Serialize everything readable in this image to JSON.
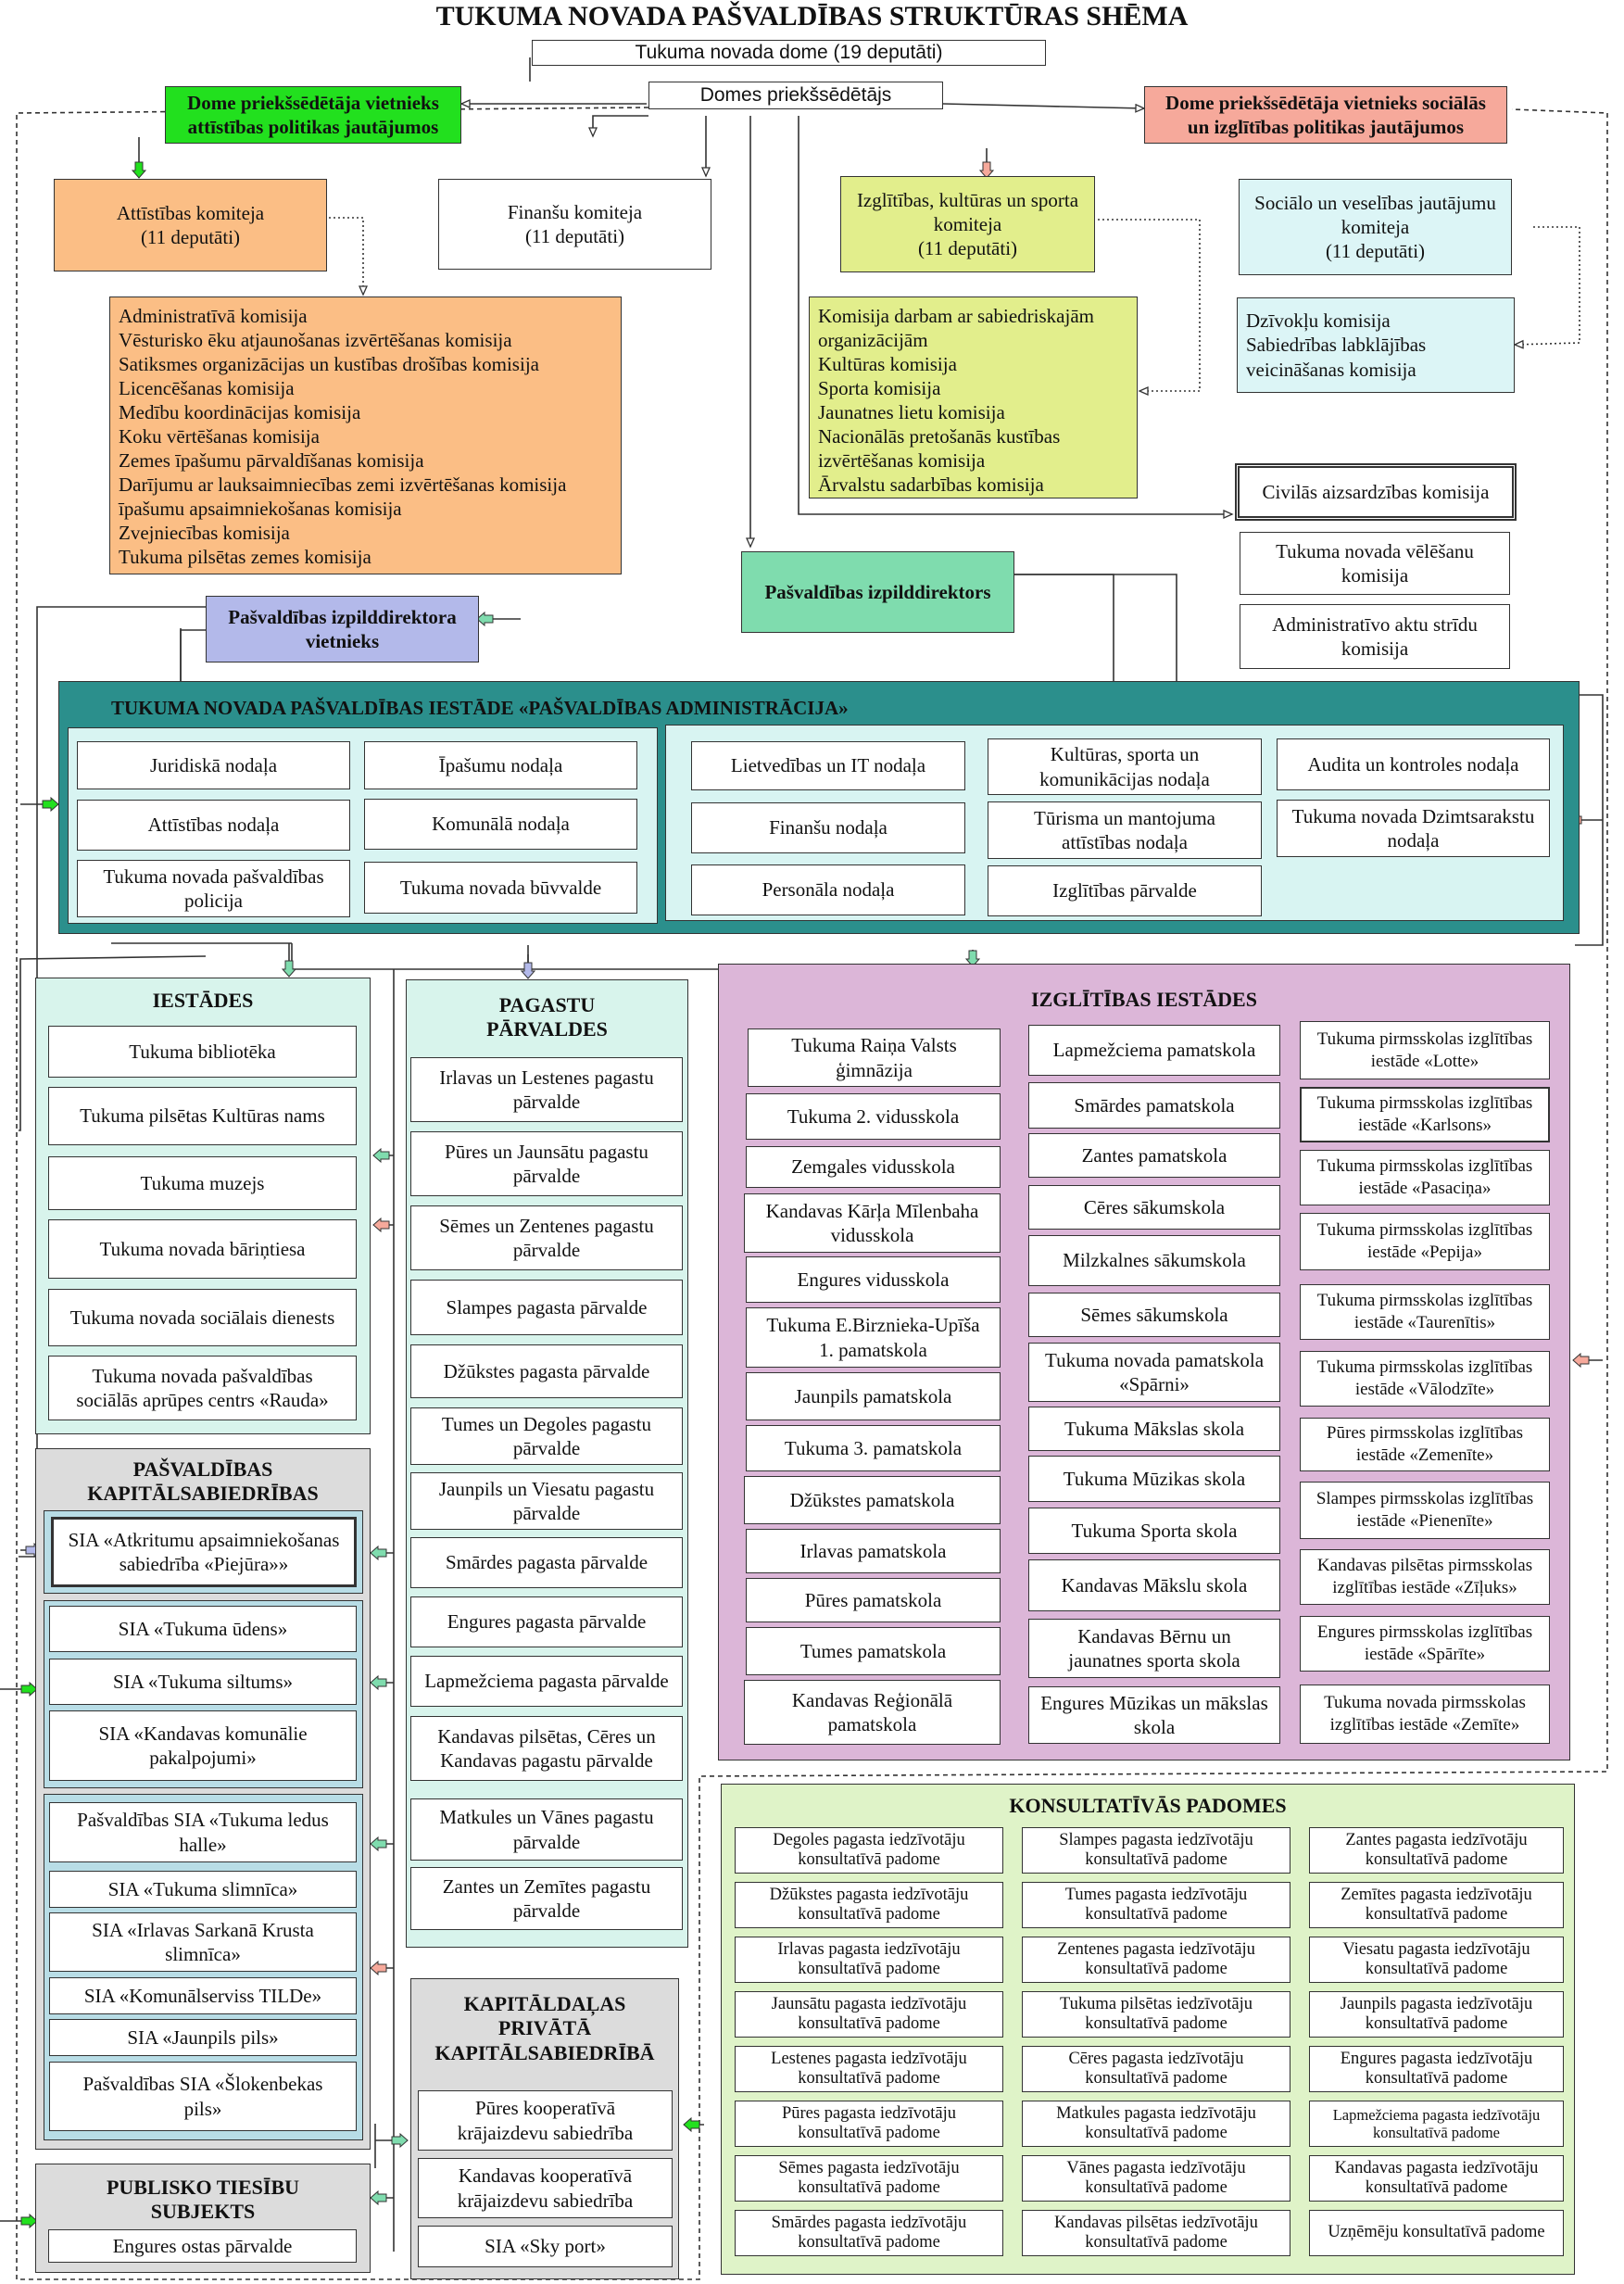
{
  "title": "TUKUMA NOVADA PAŠVALDĪBAS STRUKTŪRAS SHĒMA",
  "dome": "Tukuma novada dome (19 deputāti)",
  "chair": "Domes priekšsēdētājs",
  "vice_dev": {
    "line1": "Dome priekšsēdētāja vietnieks",
    "line2": "attīstības politikas jautājumos",
    "color": "#22e01e"
  },
  "vice_soc": {
    "line1": "Dome priekšsēdētāja vietnieks sociālās",
    "line2": "un izglītības politikas jautājumos",
    "color": "#f6a99b"
  },
  "committees": {
    "development": {
      "line1": "Attīstības komiteja",
      "line2": "(11 deputāti)",
      "color": "#fbbe85"
    },
    "finance": {
      "line1": "Finanšu komiteja",
      "line2": "(11 deputāti)"
    },
    "education": {
      "line1": "Izglītības, kultūras un sporta",
      "line2": "komiteja",
      "line3": "(11 deputāti)",
      "color": "#e2ee8c"
    },
    "social": {
      "line1": "Sociālo un veselības jautājumu",
      "line2": "komiteja",
      "line3": "(11 deputāti)",
      "color": "#dcf5f6"
    }
  },
  "dev_commissions": [
    "Administratīvā komisija",
    "Vēsturisko ēku atjaunošanas izvērtēšanas komisija",
    "Satiksmes organizācijas un kustības drošības komisija",
    "Licencēšanas komisija",
    "Medību koordinācijas komisija",
    "Koku vērtēšanas komisija",
    "Zemes īpašumu pārvaldīšanas komisija",
    "Darījumu ar lauksaimniecības zemi izvērtēšanas komisija",
    "īpašumu apsaimniekošanas komisija",
    "Zvejniecības komisija",
    "Tukuma pilsētas zemes komisija"
  ],
  "edu_commissions": [
    "Komisija darbam ar sabiedriskajām",
    "organizācijām",
    "Kultūras komisija",
    "Sporta komisija",
    "Jaunatnes lietu komisija",
    "Nacionālās pretošanās kustības",
    "izvērtēšanas komisija",
    "Ārvalstu sadarbības komisija"
  ],
  "soc_commissions": [
    "Dzīvokļu komisija",
    "Sabiedrības labklājības",
    "veicināšanas komisija"
  ],
  "civil": "Civilās aizsardzības komisija",
  "election": {
    "line1": "Tukuma novada vēlēšanu",
    "line2": "komisija"
  },
  "admin_disputes": {
    "line1": "Administratīvo aktu strīdu",
    "line2": "komisija"
  },
  "executive": {
    "label": "Pašvaldības izpilddirektors",
    "color": "#7fdcae"
  },
  "deputy": {
    "line1": "Pašvaldības izpilddirektora",
    "line2": "vietnieks",
    "color": "#b3b9ea"
  },
  "admin": {
    "title": "TUKUMA NOVADA PAŠVALDĪBAS IESTĀDE «PAŠVALDĪBAS ADMINISTRĀCIJA»",
    "outer_color": "#2b8f8c",
    "inner_color": "#d8f4f2",
    "left": [
      {
        "line1": "Juridiskā nodaļa"
      },
      {
        "line1": "Īpašumu nodaļa"
      },
      {
        "line1": "Attīstības nodaļa"
      },
      {
        "line1": "Komunālā nodaļa"
      },
      {
        "line1": "Tukuma novada pašvaldības",
        "line2": "policija"
      },
      {
        "line1": "Tukuma novada būvvalde"
      }
    ],
    "right": [
      {
        "line1": "Lietvedības un IT nodaļa"
      },
      {
        "line1": "Kultūras, sporta un",
        "line2": "komunikācijas nodaļa"
      },
      {
        "line1": "Audita un kontroles nodaļa"
      },
      {
        "line1": "Finanšu nodaļa"
      },
      {
        "line1": "Tūrisma un mantojuma",
        "line2": "attīstības nodaļa"
      },
      {
        "line1": "Tukuma novada Dzimtsarakstu",
        "line2": "nodaļa"
      },
      {
        "line1": "Personāla nodaļa"
      },
      {
        "line1": "Izglītības pārvalde"
      }
    ]
  },
  "institutions": {
    "title": "IESTĀDES",
    "color": "#d8f4ec",
    "items": [
      {
        "line1": "Tukuma bibliotēka"
      },
      {
        "line1": "Tukuma pilsētas Kultūras nams"
      },
      {
        "line1": "Tukuma muzejs"
      },
      {
        "line1": "Tukuma novada bāriņtiesa"
      },
      {
        "line1": "Tukuma novada sociālais dienests"
      },
      {
        "line1": "Tukuma novada pašvaldības",
        "line2": "sociālās aprūpes centrs «Rauda»"
      }
    ]
  },
  "parishes": {
    "title1": "PAGASTU",
    "title2": "PĀRVALDES",
    "color": "#d8f4ec",
    "items": [
      {
        "line1": "Irlavas un Lestenes pagastu",
        "line2": "pārvalde"
      },
      {
        "line1": "Pūres un Jaunsātu pagastu",
        "line2": "pārvalde"
      },
      {
        "line1": "Sēmes un Zentenes pagastu",
        "line2": "pārvalde"
      },
      {
        "line1": "Slampes pagasta pārvalde"
      },
      {
        "line1": "Džūkstes pagasta pārvalde"
      },
      {
        "line1": "Tumes un Degoles pagastu",
        "line2": "pārvalde"
      },
      {
        "line1": "Jaunpils un Viesatu pagastu",
        "line2": "pārvalde"
      },
      {
        "line1": "Smārdes pagasta pārvalde"
      },
      {
        "line1": "Engures pagasta pārvalde"
      },
      {
        "line1": "Lapmežciema pagasta pārvalde"
      },
      {
        "line1": "Kandavas pilsētas, Cēres un",
        "line2": "Kandavas pagastu pārvalde"
      },
      {
        "line1": "Matkules un Vānes pagastu",
        "line2": "pārvalde"
      },
      {
        "line1": "Zantes un Zemītes pagastu",
        "line2": "pārvalde"
      }
    ]
  },
  "education": {
    "title": "IZGLĪTĪBAS IESTĀDES",
    "color": "#dcb6d8",
    "col1": [
      {
        "line1": "Tukuma Raiņa Valsts",
        "line2": "ģimnāzija"
      },
      {
        "line1": "Tukuma 2. vidusskola"
      },
      {
        "line1": "Zemgales vidusskola"
      },
      {
        "line1": "Kandavas Kārļa Mīlenbaha",
        "line2": "vidusskola"
      },
      {
        "line1": "Engures vidusskola"
      },
      {
        "line1": "Tukuma E.Birznieka-Upīša",
        "line2": "1. pamatskola"
      },
      {
        "line1": "Jaunpils pamatskola"
      },
      {
        "line1": "Tukuma 3. pamatskola"
      },
      {
        "line1": "Džūkstes pamatskola"
      },
      {
        "line1": "Irlavas pamatskola"
      },
      {
        "line1": "Pūres pamatskola"
      },
      {
        "line1": "Tumes pamatskola"
      },
      {
        "line1": "Kandavas Reģionālā",
        "line2": "pamatskola"
      }
    ],
    "col2": [
      {
        "line1": "Lapmežciema pamatskola"
      },
      {
        "line1": "Smārdes pamatskola"
      },
      {
        "line1": "Zantes pamatskola"
      },
      {
        "line1": "Cēres sākumskola"
      },
      {
        "line1": "Milzkalnes sākumskola"
      },
      {
        "line1": "Sēmes sākumskola"
      },
      {
        "line1": "Tukuma novada pamatskola",
        "line2": "«Spārni»"
      },
      {
        "line1": "Tukuma Mākslas skola"
      },
      {
        "line1": "Tukuma Mūzikas skola"
      },
      {
        "line1": "Tukuma Sporta skola"
      },
      {
        "line1": "Kandavas Mākslu skola"
      },
      {
        "line1": "Kandavas Bērnu un",
        "line2": "jaunatnes sporta skola"
      },
      {
        "line1": "Engures Mūzikas un mākslas",
        "line2": "skola"
      }
    ],
    "col3": [
      {
        "line1": "Tukuma pirmsskolas izglītības",
        "line2": "iestāde «Lotte»"
      },
      {
        "line1": "Tukuma pirmsskolas izglītības",
        "line2": "iestāde «Karlsons»"
      },
      {
        "line1": "Tukuma pirmsskolas izglītības",
        "line2": "iestāde «Pasaciņa»"
      },
      {
        "line1": "Tukuma pirmsskolas izglītības",
        "line2": "iestāde «Pepija»"
      },
      {
        "line1": "Tukuma pirmsskolas izglītības",
        "line2": "iestāde «Taurenītis»"
      },
      {
        "line1": "Tukuma pirmsskolas izglītības",
        "line2": "iestāde «Vālodzīte»"
      },
      {
        "line1": "Pūres pirmsskolas izglītības",
        "line2": "iestāde «Zemenīte»"
      },
      {
        "line1": "Slampes pirmsskolas izglītības",
        "line2": "iestāde «Pienenīte»"
      },
      {
        "line1": "Kandavas pilsētas pirmsskolas",
        "line2": "izglītības iestāde «Zīļuks»"
      },
      {
        "line1": "Engures pirmsskolas izglītības",
        "line2": "iestāde «Spārīte»"
      },
      {
        "line1": "Tukuma novada pirmsskolas",
        "line2": "izglītības iestāde «Zemīte»"
      }
    ]
  },
  "companies": {
    "title1": "PAŠVALDĪBAS",
    "title2": "KAPITĀLSABIEDRĪBAS",
    "color": "#dcdcdc",
    "group_color": "#b8dde6",
    "group1": [
      {
        "line1": "SIA «Atkritumu apsaimniekošanas",
        "line2": "sabiedrība «Piejūra»»"
      }
    ],
    "group2": [
      {
        "line1": "SIA «Tukuma ūdens»"
      },
      {
        "line1": "SIA «Tukuma siltums»"
      },
      {
        "line1": "SIA «Kandavas komunālie",
        "line2": "pakalpojumi»"
      }
    ],
    "group3": [
      {
        "line1": "Pašvaldības SIA «Tukuma ledus",
        "line2": "halle»"
      },
      {
        "line1": "SIA «Tukuma slimnīca»"
      },
      {
        "line1": "SIA «Irlavas Sarkanā Krusta",
        "line2": "slimnīca»"
      },
      {
        "line1": "SIA «Komunālserviss TILDe»"
      },
      {
        "line1": "SIA «Jaunpils pils»"
      },
      {
        "line1": "Pašvaldības SIA «Šlokenbekas",
        "line2": "pils»"
      }
    ]
  },
  "private": {
    "title1": "KAPITĀLDAĻAS",
    "title2": "PRIVĀTĀ",
    "title3": "KAPITĀLSABIEDRĪBĀ",
    "color": "#dcdcdc",
    "items": [
      {
        "line1": "Pūres kooperatīvā",
        "line2": "krājaizdevu sabiedrība"
      },
      {
        "line1": "Kandavas kooperatīvā",
        "line2": "krājaizdevu sabiedrība"
      },
      {
        "line1": "SIA «Sky port»"
      }
    ]
  },
  "public_law": {
    "title1": "PUBLISKO TIESĪBU",
    "title2": "SUBJEKTS",
    "item": "Engures ostas pārvalde",
    "color": "#dcdcdc"
  },
  "councils": {
    "title": "KONSULTATĪVĀS PADOMES",
    "color": "#dff3c8",
    "col1": [
      {
        "line1": "Degoles pagasta iedzīvotāju",
        "line2": "konsultatīvā padome"
      },
      {
        "line1": "Džūkstes pagasta iedzīvotāju",
        "line2": "konsultatīvā padome"
      },
      {
        "line1": "Irlavas pagasta iedzīvotāju",
        "line2": "konsultatīvā padome"
      },
      {
        "line1": "Jaunsātu pagasta iedzīvotāju",
        "line2": "konsultatīvā padome"
      },
      {
        "line1": "Lestenes pagasta iedzīvotāju",
        "line2": "konsultatīvā padome"
      },
      {
        "line1": "Pūres pagasta iedzīvotāju",
        "line2": "konsultatīvā padome"
      },
      {
        "line1": "Sēmes pagasta iedzīvotāju",
        "line2": "konsultatīvā padome"
      },
      {
        "line1": "Smārdes pagasta iedzīvotāju",
        "line2": "konsultatīvā padome"
      }
    ],
    "col2": [
      {
        "line1": "Slampes pagasta iedzīvotāju",
        "line2": "konsultatīvā padome"
      },
      {
        "line1": "Tumes pagasta iedzīvotāju",
        "line2": "konsultatīvā padome"
      },
      {
        "line1": "Zentenes pagasta iedzīvotāju",
        "line2": "konsultatīvā padome"
      },
      {
        "line1": "Tukuma pilsētas iedzīvotāju",
        "line2": "konsultatīvā padome"
      },
      {
        "line1": "Cēres pagasta iedzīvotāju",
        "line2": "konsultatīvā padome"
      },
      {
        "line1": "Matkules pagasta iedzīvotāju",
        "line2": "konsultatīvā padome"
      },
      {
        "line1": "Vānes pagasta iedzīvotāju",
        "line2": "konsultatīvā padome"
      },
      {
        "line1": "Kandavas pilsētas iedzīvotāju",
        "line2": "konsultatīvā padome"
      }
    ],
    "col3": [
      {
        "line1": "Zantes pagasta iedzīvotāju",
        "line2": "konsultatīvā padome"
      },
      {
        "line1": "Zemītes pagasta iedzīvotāju",
        "line2": "konsultatīvā padome"
      },
      {
        "line1": "Viesatu pagasta iedzīvotāju",
        "line2": "konsultatīvā padome"
      },
      {
        "line1": "Jaunpils pagasta iedzīvotāju",
        "line2": "konsultatīvā padome"
      },
      {
        "line1": "Engures pagasta iedzīvotāju",
        "line2": "konsultatīvā padome"
      },
      {
        "line1": "Lapmežciema pagasta iedzīvotāju",
        "line2": "konsultatīvā padome"
      },
      {
        "line1": "Kandavas pagasta iedzīvotāju",
        "line2": "konsultatīvā padome"
      },
      {
        "line1": "Uzņēmēju konsultatīvā padome"
      }
    ]
  }
}
